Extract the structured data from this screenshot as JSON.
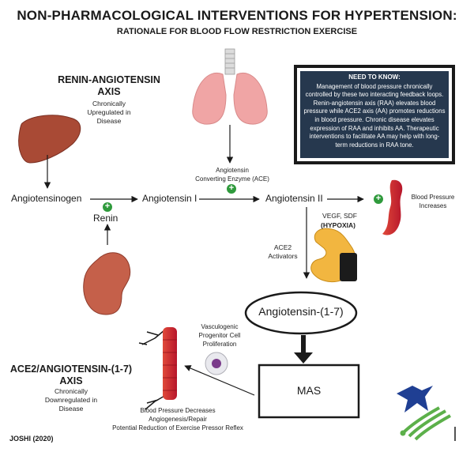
{
  "header": {
    "title": "NON-PHARMACOLOGICAL INTERVENTIONS FOR HYPERTENSION:",
    "subtitle": "RATIONALE FOR BLOOD FLOW RESTRICTION EXERCISE"
  },
  "raa": {
    "heading_line1": "RENIN-ANGIOTENSIN",
    "heading_line2": "AXIS",
    "note_line1": "Chronically",
    "note_line2": "Upregulated in",
    "note_line3": "Disease"
  },
  "need_to_know": {
    "heading": "NEED TO KNOW:",
    "body": "Management of blood pressure chronically controlled by these two interacting feedback loops. Renin-angiotensin axis (RAA) elevates blood pressure while ACE2 axis (AA) promotes reductions in blood pressure. Chronic disease elevates expression of RAA and inhibits AA. Therapeutic interventions to facilitate AA may help with long-term reductions in RAA tone."
  },
  "pathway": {
    "ace_line1": "Angiotensin",
    "ace_line2": "Converting Enzyme (ACE)",
    "angiotensinogen": "Angiotensinogen",
    "angiotensin1": "Angiotensin I",
    "angiotensin2": "Angiotensin II",
    "renin": "Renin",
    "bp_inc_line1": "Blood Pressure",
    "bp_inc_line2": "Increases",
    "vegf": "VEGF, SDF",
    "hypoxia": "(HYPOXIA)",
    "ace2_line1": "ACE2",
    "ace2_line2": "Activators",
    "ang17": "Angiotensin-(1-7)",
    "mas": "MAS",
    "vasc_line1": "Vasculogenic",
    "vasc_line2": "Progenitor Cell",
    "vasc_line3": "Proliferation",
    "bp_dec_line1": "Blood Pressure Decreases",
    "bp_dec_line2": "Angiogenesis/Repair",
    "bp_dec_line3": "Potential Reduction of Exercise Pressor Reflex",
    "plus": "+"
  },
  "aa": {
    "heading_line1": "ACE2/ANGIOTENSIN-(1-7)",
    "heading_line2": "AXIS",
    "note_line1": "Chronically",
    "note_line2": "Downregulated in",
    "note_line3": "Disease"
  },
  "citation": "JOSHI (2020)",
  "colors": {
    "box_bg": "#26384e",
    "plus_green": "#2f9a3c",
    "organ_red": "#b9433d",
    "lungs_pink": "#f0a5a5",
    "vessel_red": "#c3282a"
  }
}
